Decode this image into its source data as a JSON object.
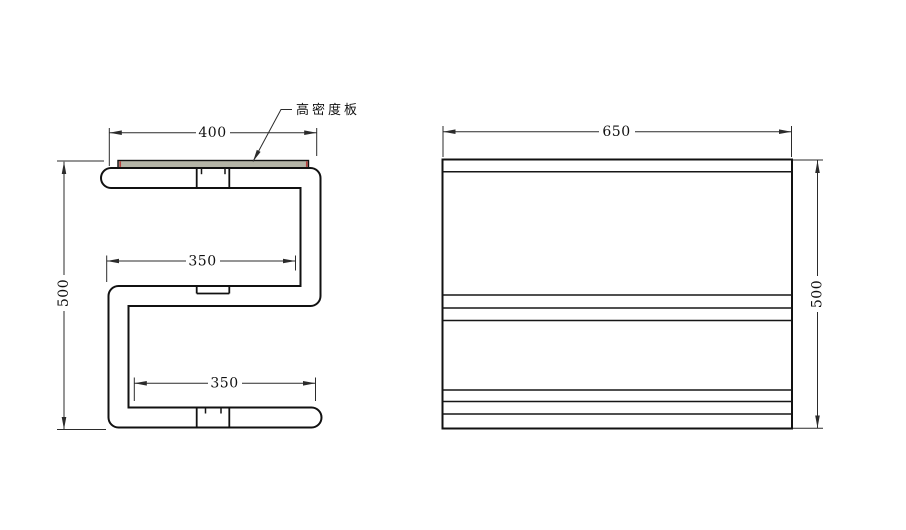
{
  "drawing": {
    "side_view": {
      "callout_label": "高密度板",
      "dims": {
        "top_width": "400",
        "mid_width": "350",
        "bottom_width": "350",
        "height": "500"
      }
    },
    "front_view": {
      "dims": {
        "width": "650",
        "height": "500"
      }
    },
    "colors": {
      "line": "#111111",
      "dim_line": "#2b2b2b",
      "board_fill": "#b4b4a6",
      "board_end_mark": "#b5413d",
      "background": "#ffffff"
    }
  }
}
